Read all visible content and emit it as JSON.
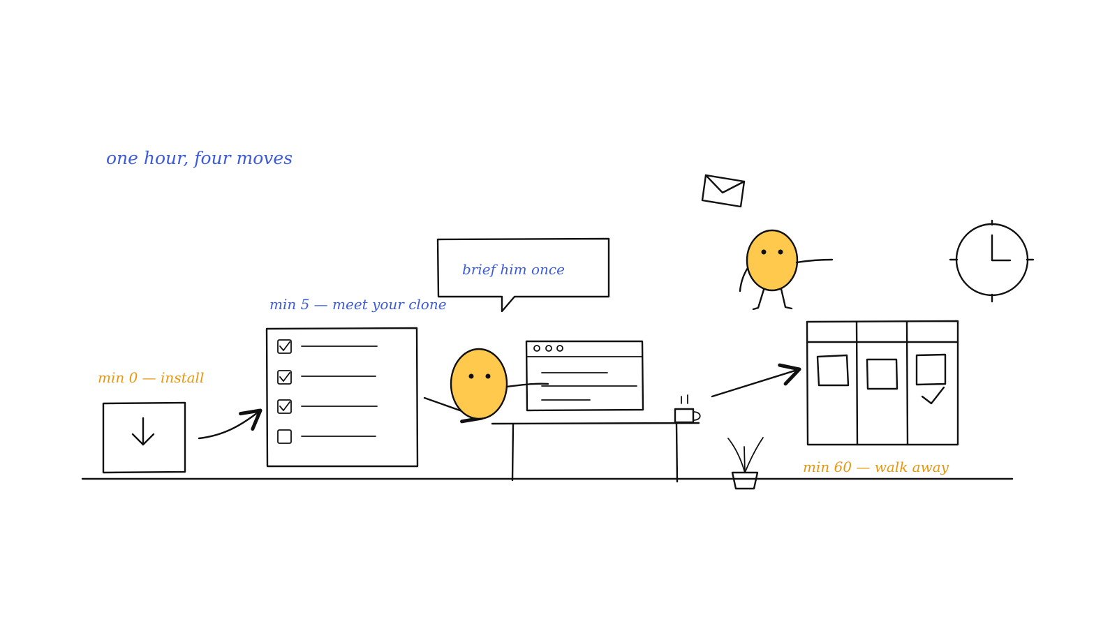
{
  "title": "one hour, four moves",
  "steps": [
    {
      "label": "min 0 — install"
    },
    {
      "label": "min 5 — meet your clone"
    },
    {
      "label": "brief him once"
    },
    {
      "label": "min 60 — walk away"
    }
  ],
  "colors": {
    "ink": "#111111",
    "blue_text": "#3b5bdb",
    "orange_text": "#e8960f",
    "character_fill": "#ffc94d",
    "background": "#ffffff"
  },
  "icons": [
    "download-icon",
    "checklist-icon",
    "speech-bubble-icon",
    "browser-window-icon",
    "coffee-mug-icon",
    "envelope-icon",
    "clock-icon",
    "plant-icon",
    "kanban-board-icon"
  ]
}
